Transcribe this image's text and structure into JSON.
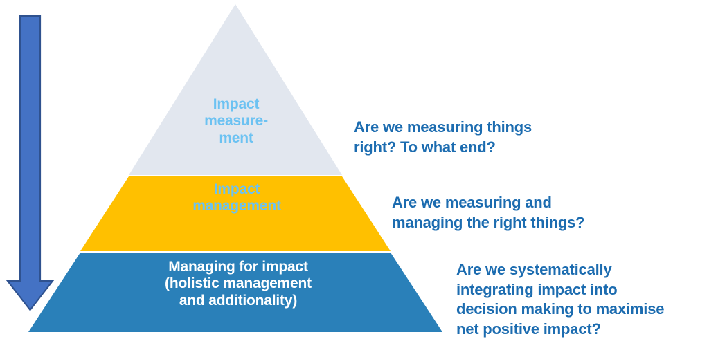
{
  "diagram": {
    "type": "pyramid",
    "title": "Impact pyramid",
    "background_color": "#FFFFFF"
  },
  "arrow": {
    "name": "downward-direction-arrow",
    "direction": "down",
    "fill_color": "#4472C4",
    "stroke_color": "#2F528F"
  },
  "pyramid": {
    "apex_color": "#E2E7EF",
    "tiers": [
      {
        "id": "top",
        "label": "Impact\nmeasure-\nment",
        "fill_color": "#E2E7EF",
        "text_color": "#6CC2F2"
      },
      {
        "id": "middle",
        "label": "Impact\nmanagement",
        "fill_color": "#FFC000",
        "text_color": "#6CC2F2"
      },
      {
        "id": "bottom",
        "label": "Managing for impact\n(holistic management\nand additionality)",
        "fill_color": "#2A80B9",
        "text_color": "#FFFFFF"
      }
    ]
  },
  "questions": [
    {
      "id": "top",
      "text": "Are we measuring things\nright? To what end?",
      "color": "#1C6CB0"
    },
    {
      "id": "middle",
      "text": "Are we measuring and\nmanaging the right things?",
      "color": "#1C6CB0"
    },
    {
      "id": "bottom",
      "text": "Are we systematically\nintegrating impact into\ndecision making to maximise\nnet positive impact?",
      "color": "#1C6CB0"
    }
  ]
}
